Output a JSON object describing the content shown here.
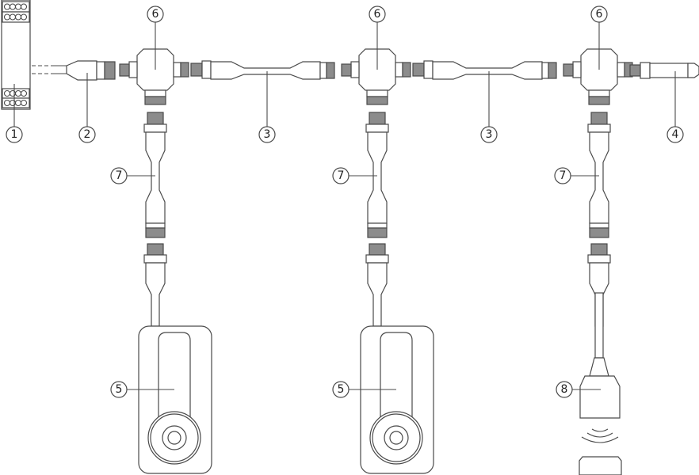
{
  "diagram": {
    "callouts": {
      "c1": "1",
      "c2": "2",
      "c3": "3",
      "c4": "4",
      "c5": "5",
      "c6": "6",
      "c7": "7",
      "c8": "8"
    },
    "colors": {
      "line": "#4a4a4a",
      "knurl": "#8c8c8c",
      "background": "#ffffff"
    }
  }
}
